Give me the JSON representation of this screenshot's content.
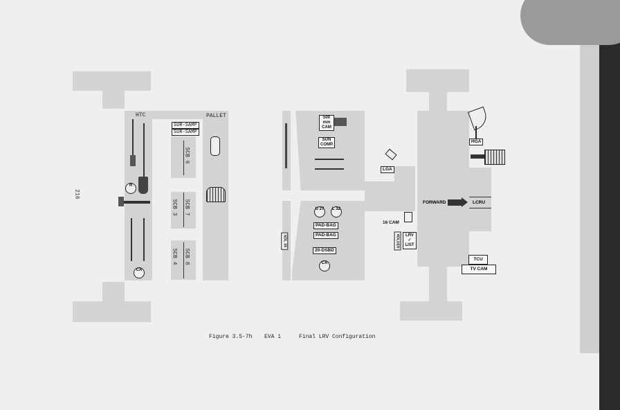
{
  "page_number": "216",
  "caption": {
    "figure": "Figure 3.5-7h",
    "eva": "EVA 1",
    "title": "Final LRV Configuration"
  },
  "left_panel": {
    "htc": "HTC",
    "pallet": "PALLET",
    "sur_samp": [
      "SUR-SAMP",
      "SUR-SAMP"
    ],
    "scb": [
      "SCB 6",
      "SCB 7",
      "SCB 3",
      "SCB 8",
      "SCB 4"
    ],
    "r": "R",
    "ca": "CA"
  },
  "middle_panel": {
    "cam500": "500 mm CAM",
    "sun_comp": "SUN COMP.",
    "u27": "U 27",
    "l32": "L 32",
    "pad_bag": [
      "PAD-BAG",
      "PAD-BAG"
    ],
    "dsbd": "20-DSBD",
    "ca": "CA",
    "sdl": "SDL 35"
  },
  "vehicle": {
    "lga": "LGA",
    "cam16": "16 CAM",
    "holder": "HOLDER",
    "lrv_list": "LRV ✓ LIST",
    "hga": "HGA",
    "forward": "FORWARD",
    "lcru": "LCRU",
    "tcu": "TCU",
    "tv_cam": "TV CAM"
  }
}
